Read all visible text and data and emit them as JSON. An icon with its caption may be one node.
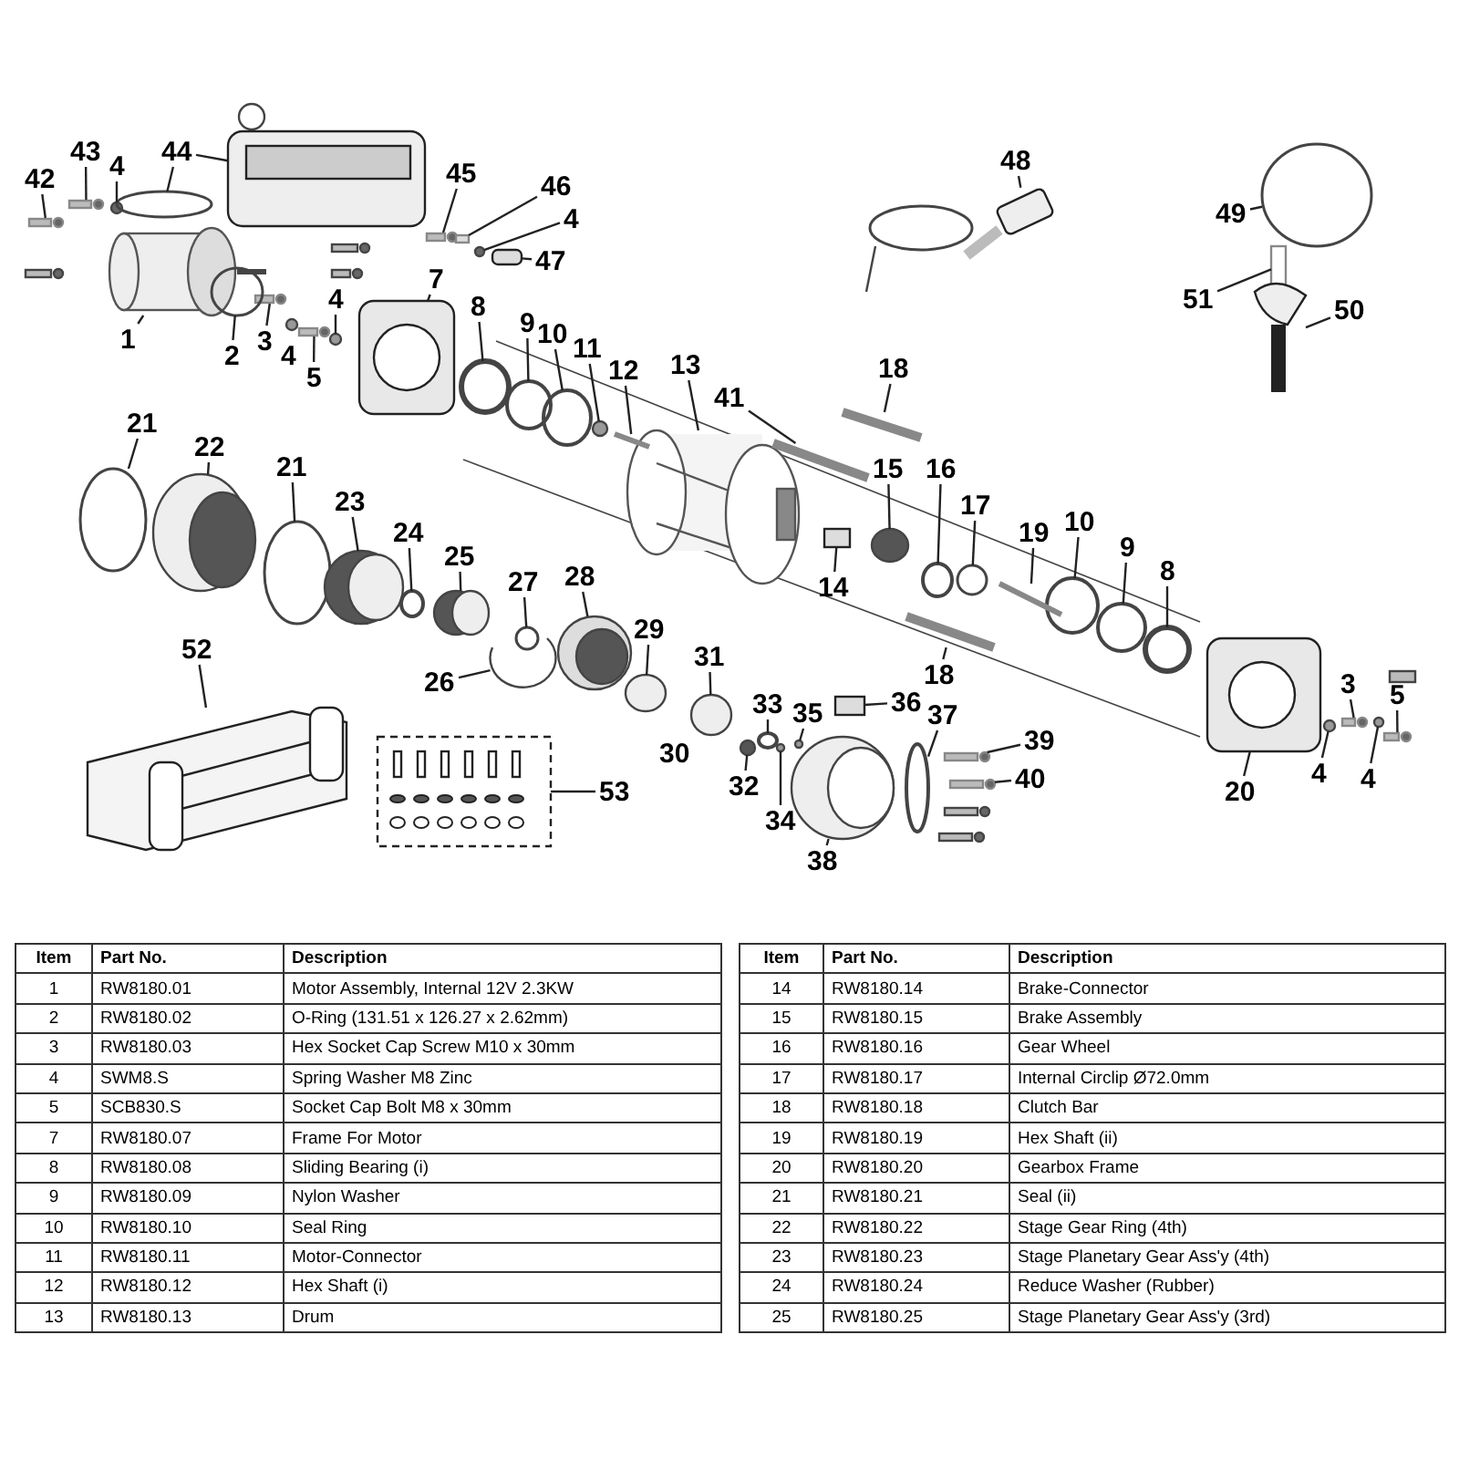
{
  "diagram": {
    "nodes": [
      {
        "text": [
          "42"
        ]
      },
      {
        "text": [
          "43"
        ]
      },
      {
        "text": [
          "4"
        ]
      },
      {
        "text": [
          "44"
        ]
      },
      {
        "text": [
          "48"
        ]
      },
      {
        "text": [
          "45"
        ]
      },
      {
        "text": [
          "46"
        ]
      },
      {
        "text": [
          "49"
        ]
      },
      {
        "text": [
          "4"
        ]
      },
      {
        "text": [
          "47"
        ]
      },
      {
        "text": [
          "7"
        ]
      },
      {
        "text": [
          "51"
        ]
      },
      {
        "text": [
          "8"
        ]
      },
      {
        "text": [
          "50"
        ]
      },
      {
        "text": [
          "4"
        ]
      },
      {
        "text": [
          "9"
        ]
      },
      {
        "text": [
          "1"
        ]
      },
      {
        "text": [
          "10"
        ]
      },
      {
        "text": [
          "3"
        ]
      },
      {
        "text": [
          "11"
        ]
      },
      {
        "text": [
          "2"
        ]
      },
      {
        "text": [
          "13"
        ]
      },
      {
        "text": [
          "12"
        ]
      },
      {
        "text": [
          "5"
        ]
      },
      {
        "text": [
          "18"
        ]
      },
      {
        "text": [
          "41"
        ]
      },
      {
        "text": [
          "21"
        ]
      },
      {
        "text": [
          "22"
        ]
      },
      {
        "text": [
          "21"
        ]
      },
      {
        "text": [
          "15"
        ]
      },
      {
        "text": [
          "16"
        ]
      },
      {
        "text": [
          "23"
        ]
      },
      {
        "text": [
          "17"
        ]
      },
      {
        "text": [
          "10"
        ]
      },
      {
        "text": [
          "24"
        ]
      },
      {
        "text": [
          "19"
        ]
      },
      {
        "text": [
          "9"
        ]
      },
      {
        "text": [
          "25"
        ]
      },
      {
        "text": [
          "8"
        ]
      },
      {
        "text": [
          "27"
        ]
      },
      {
        "text": [
          "14"
        ]
      },
      {
        "text": [
          "28"
        ]
      },
      {
        "text": [
          "29"
        ]
      },
      {
        "text": [
          "31"
        ]
      },
      {
        "text": [
          "52"
        ]
      },
      {
        "text": [
          "18"
        ]
      },
      {
        "text": [
          "26"
        ]
      },
      {
        "text": [
          "3"
        ]
      },
      {
        "text": [
          "33"
        ]
      },
      {
        "text": [
          "36"
        ]
      },
      {
        "text": [
          "35"
        ]
      },
      {
        "text": [
          "5"
        ]
      },
      {
        "text": [
          "37"
        ]
      },
      {
        "text": [
          "39"
        ]
      },
      {
        "text": [
          "32"
        ]
      },
      {
        "text": [
          "4"
        ]
      },
      {
        "text": [
          "40"
        ]
      },
      {
        "text": [
          "20"
        ]
      },
      {
        "text": [
          "4"
        ]
      },
      {
        "text": [
          "53"
        ]
      },
      {
        "text": [
          "34"
        ]
      },
      {
        "text": [
          "38"
        ]
      },
      {
        "text": [],
        "shape": "bar"
      },
      {
        "text": [],
        "shape": "bar"
      },
      {
        "text": [],
        "shape": "circle"
      },
      {
        "text": [],
        "shape": "circle"
      },
      {
        "text": [],
        "shape": "box"
      },
      {
        "text": [],
        "shape": "box"
      },
      {
        "text": [],
        "shape": "bar"
      },
      {
        "text": [],
        "shape": "bar"
      },
      {
        "text": [],
        "shape": "circle"
      },
      {
        "text": [],
        "shape": "circle"
      },
      {
        "text": [],
        "shape": "box"
      },
      {
        "text": [],
        "shape": "box"
      },
      {
        "text": [],
        "shape": "bar"
      },
      {
        "text": [],
        "shape": "circle"
      },
      {
        "text": [],
        "shape": "box"
      },
      {
        "text": [],
        "shape": "circle"
      },
      {
        "text": [],
        "shape": "circle"
      },
      {
        "text": [],
        "shape": "cylinder"
      },
      {
        "text": [],
        "shape": "circle"
      },
      {
        "text": [],
        "shape": "bar"
      },
      {
        "text": [],
        "shape": "circle"
      },
      {
        "text": [],
        "shape": "circle"
      },
      {
        "text": [],
        "shape": "cylinder"
      },
      {
        "text": [],
        "shape": "bar"
      },
      {
        "text": [],
        "shape": "bar"
      },
      {
        "text": [],
        "shape": "bar"
      },
      {
        "text": [],
        "shape": "bar"
      },
      {
        "text": [],
        "shape": "circle"
      },
      {
        "text": [],
        "shape": "circle"
      },
      {
        "text": [],
        "shape": "circle"
      },
      {
        "text": [],
        "shape": "circle"
      },
      {
        "text": [],
        "shape": "circle"
      },
      {
        "text": [],
        "shape": "circle"
      },
      {
        "text": [],
        "shape": "circle"
      },
      {
        "text": [],
        "shape": "circle"
      },
      {
        "text": [],
        "shape": "circle"
      },
      {
        "text": [],
        "shape": "bar"
      },
      {
        "text": [],
        "shape": "circle"
      },
      {
        "text": [],
        "shape": "circle"
      },
      {
        "text": [],
        "shape": "circle"
      },
      {
        "text": [],
        "shape": "circle"
      },
      {
        "text": [],
        "shape": "box"
      },
      {
        "text": [],
        "shape": "circle"
      },
      {
        "text": [],
        "shape": "circle"
      },
      {
        "text": [],
        "shape": "circle"
      },
      {
        "text": [],
        "shape": "box"
      },
      {
        "text": [],
        "shape": "bar"
      },
      {
        "text": [],
        "shape": "circle"
      },
      {
        "text": [],
        "shape": "bar"
      },
      {
        "text": [],
        "shape": "circle"
      },
      {
        "text": [],
        "shape": "box"
      },
      {
        "text": [],
        "shape": "circle"
      },
      {
        "text": [],
        "shape": "bar"
      },
      {
        "text": [],
        "shape": "circle"
      },
      {
        "text": [],
        "shape": "bar"
      },
      {
        "text": [],
        "shape": "circle"
      },
      {
        "text": [],
        "shape": "circle"
      },
      {
        "text": [],
        "shape": "bar"
      },
      {
        "text": [],
        "shape": "box"
      },
      {
        "text": [],
        "shape": "circle"
      },
      {
        "text": [],
        "shape": "box"
      },
      {
        "text": [],
        "shape": "circle"
      },
      {
        "text": [],
        "shape": "circle"
      }
    ],
    "edges": [
      {
        "from": 0,
        "to": 62,
        "arrow": "none"
      },
      {
        "from": 1,
        "to": 63,
        "arrow": "none"
      },
      {
        "from": 2,
        "to": 64,
        "arrow": "none"
      },
      {
        "from": 3,
        "to": 65,
        "arrow": "none"
      },
      {
        "from": 3,
        "to": 66,
        "arrow": "none"
      },
      {
        "from": 4,
        "to": 67,
        "arrow": "none"
      },
      {
        "from": 5,
        "to": 68,
        "arrow": "none"
      },
      {
        "from": 6,
        "to": 69,
        "arrow": "none"
      },
      {
        "from": 7,
        "to": 70,
        "arrow": "none"
      },
      {
        "from": 8,
        "to": 71,
        "arrow": "none"
      },
      {
        "from": 9,
        "to": 72,
        "arrow": "none"
      },
      {
        "from": 10,
        "to": 73,
        "arrow": "none"
      },
      {
        "from": 11,
        "to": 74,
        "arrow": "none"
      },
      {
        "from": 12,
        "to": 75,
        "arrow": "none"
      },
      {
        "from": 13,
        "to": 76,
        "arrow": "none"
      },
      {
        "from": 14,
        "to": 77,
        "arrow": "none"
      },
      {
        "from": 15,
        "to": 78,
        "arrow": "none"
      },
      {
        "from": 16,
        "to": 79,
        "arrow": "none"
      },
      {
        "from": 17,
        "to": 80,
        "arrow": "none"
      },
      {
        "from": 18,
        "to": 81,
        "arrow": "none"
      },
      {
        "from": 19,
        "to": 82,
        "arrow": "none"
      },
      {
        "from": 20,
        "to": 83,
        "arrow": "none"
      },
      {
        "from": 21,
        "to": 84,
        "arrow": "none"
      },
      {
        "from": 22,
        "to": 85,
        "arrow": "none"
      },
      {
        "from": 23,
        "to": 86,
        "arrow": "none"
      },
      {
        "from": 24,
        "to": 87,
        "arrow": "none"
      },
      {
        "from": 25,
        "to": 88,
        "arrow": "none"
      },
      {
        "from": 26,
        "to": 89,
        "arrow": "none"
      },
      {
        "from": 27,
        "to": 90,
        "arrow": "none"
      },
      {
        "from": 28,
        "to": 91,
        "arrow": "none"
      },
      {
        "from": 29,
        "to": 92,
        "arrow": "none"
      },
      {
        "from": 30,
        "to": 93,
        "arrow": "none"
      },
      {
        "from": 31,
        "to": 94,
        "arrow": "none"
      },
      {
        "from": 32,
        "to": 95,
        "arrow": "none"
      },
      {
        "from": 33,
        "to": 96,
        "arrow": "none"
      },
      {
        "from": 34,
        "to": 97,
        "arrow": "none"
      },
      {
        "from": 35,
        "to": 98,
        "arrow": "none"
      },
      {
        "from": 36,
        "to": 99,
        "arrow": "none"
      },
      {
        "from": 37,
        "to": 100,
        "arrow": "none"
      },
      {
        "from": 38,
        "to": 101,
        "arrow": "none"
      },
      {
        "from": 39,
        "to": 102,
        "arrow": "none"
      },
      {
        "from": 40,
        "to": 103,
        "arrow": "none"
      },
      {
        "from": 41,
        "to": 104,
        "arrow": "none"
      },
      {
        "from": 42,
        "to": 105,
        "arrow": "none"
      },
      {
        "from": 43,
        "to": 106,
        "arrow": "none"
      },
      {
        "from": 44,
        "to": 107,
        "arrow": "none"
      },
      {
        "from": 45,
        "to": 108,
        "arrow": "none"
      },
      {
        "from": 46,
        "to": 109,
        "arrow": "none"
      },
      {
        "from": 47,
        "to": 110,
        "arrow": "none"
      },
      {
        "from": 48,
        "to": 111,
        "arrow": "none"
      },
      {
        "from": 49,
        "to": 112,
        "arrow": "none"
      },
      {
        "from": 50,
        "to": 113,
        "arrow": "none"
      },
      {
        "from": 51,
        "to": 114,
        "arrow": "none"
      },
      {
        "from": 52,
        "to": 115,
        "arrow": "none"
      },
      {
        "from": 53,
        "to": 116,
        "arrow": "none"
      },
      {
        "from": 54,
        "to": 117,
        "arrow": "none"
      },
      {
        "from": 55,
        "to": 118,
        "arrow": "none"
      },
      {
        "from": 56,
        "to": 119,
        "arrow": "none"
      },
      {
        "from": 57,
        "to": 120,
        "arrow": "none"
      },
      {
        "from": 58,
        "to": 121,
        "arrow": "none"
      },
      {
        "from": 59,
        "to": 122,
        "arrow": "none"
      },
      {
        "from": 60,
        "to": 123,
        "arrow": "none"
      },
      {
        "from": 61,
        "to": 124,
        "arrow": "none"
      }
    ],
    "labels": [
      "4",
      "30",
      "Item",
      "Part No.",
      "Description",
      "1",
      "RW8180.01",
      "Motor Assembly, Internal 12V 2.3KW",
      "2",
      "RW8180.02",
      "O-Ring (131.51 x 126.27 x 2.62mm)",
      "3",
      "RW8180.03",
      "Hex Socket Cap Screw M10 x 30mm",
      "4",
      "SWM8.S",
      "Spring Washer M8 Zinc",
      "5",
      "SCB830.S",
      "Socket Cap Bolt M8 x 30mm",
      "7",
      "RW8180.07",
      "Frame For Motor",
      "8",
      "RW8180.08",
      "Sliding Bearing (i)",
      "9",
      "RW8180.09",
      "Nylon Washer",
      "10",
      "RW8180.10",
      "Seal Ring",
      "11",
      "RW8180.11",
      "Motor-Connector",
      "12",
      "RW8180.12",
      "Hex Shaft (i)",
      "13",
      "RW8180.13",
      "Drum",
      "Item",
      "Part No.",
      "Description",
      "14",
      "RW8180.14",
      "Brake-Connector",
      "15",
      "RW8180.15",
      "Brake Assembly",
      "16",
      "RW8180.16",
      "Gear Wheel",
      "17",
      "RW8180.17",
      "Internal Circlip Ø72.0mm",
      "18",
      "RW8180.18",
      "Clutch Bar",
      "19",
      "RW8180.19",
      "Hex Shaft (ii)",
      "20",
      "RW8180.20",
      "Gearbox Frame",
      "21",
      "RW8180.21",
      "Seal (ii)",
      "22",
      "RW8180.22",
      "Stage Gear Ring (4th)",
      "23",
      "RW8180.23",
      "Stage Planetary Gear Ass'y (4th)",
      "24",
      "RW8180.24",
      "Reduce Washer (Rubber)",
      "25",
      "RW8180.25",
      "Stage Planetary Gear Ass'y (3rd)"
    ]
  }
}
